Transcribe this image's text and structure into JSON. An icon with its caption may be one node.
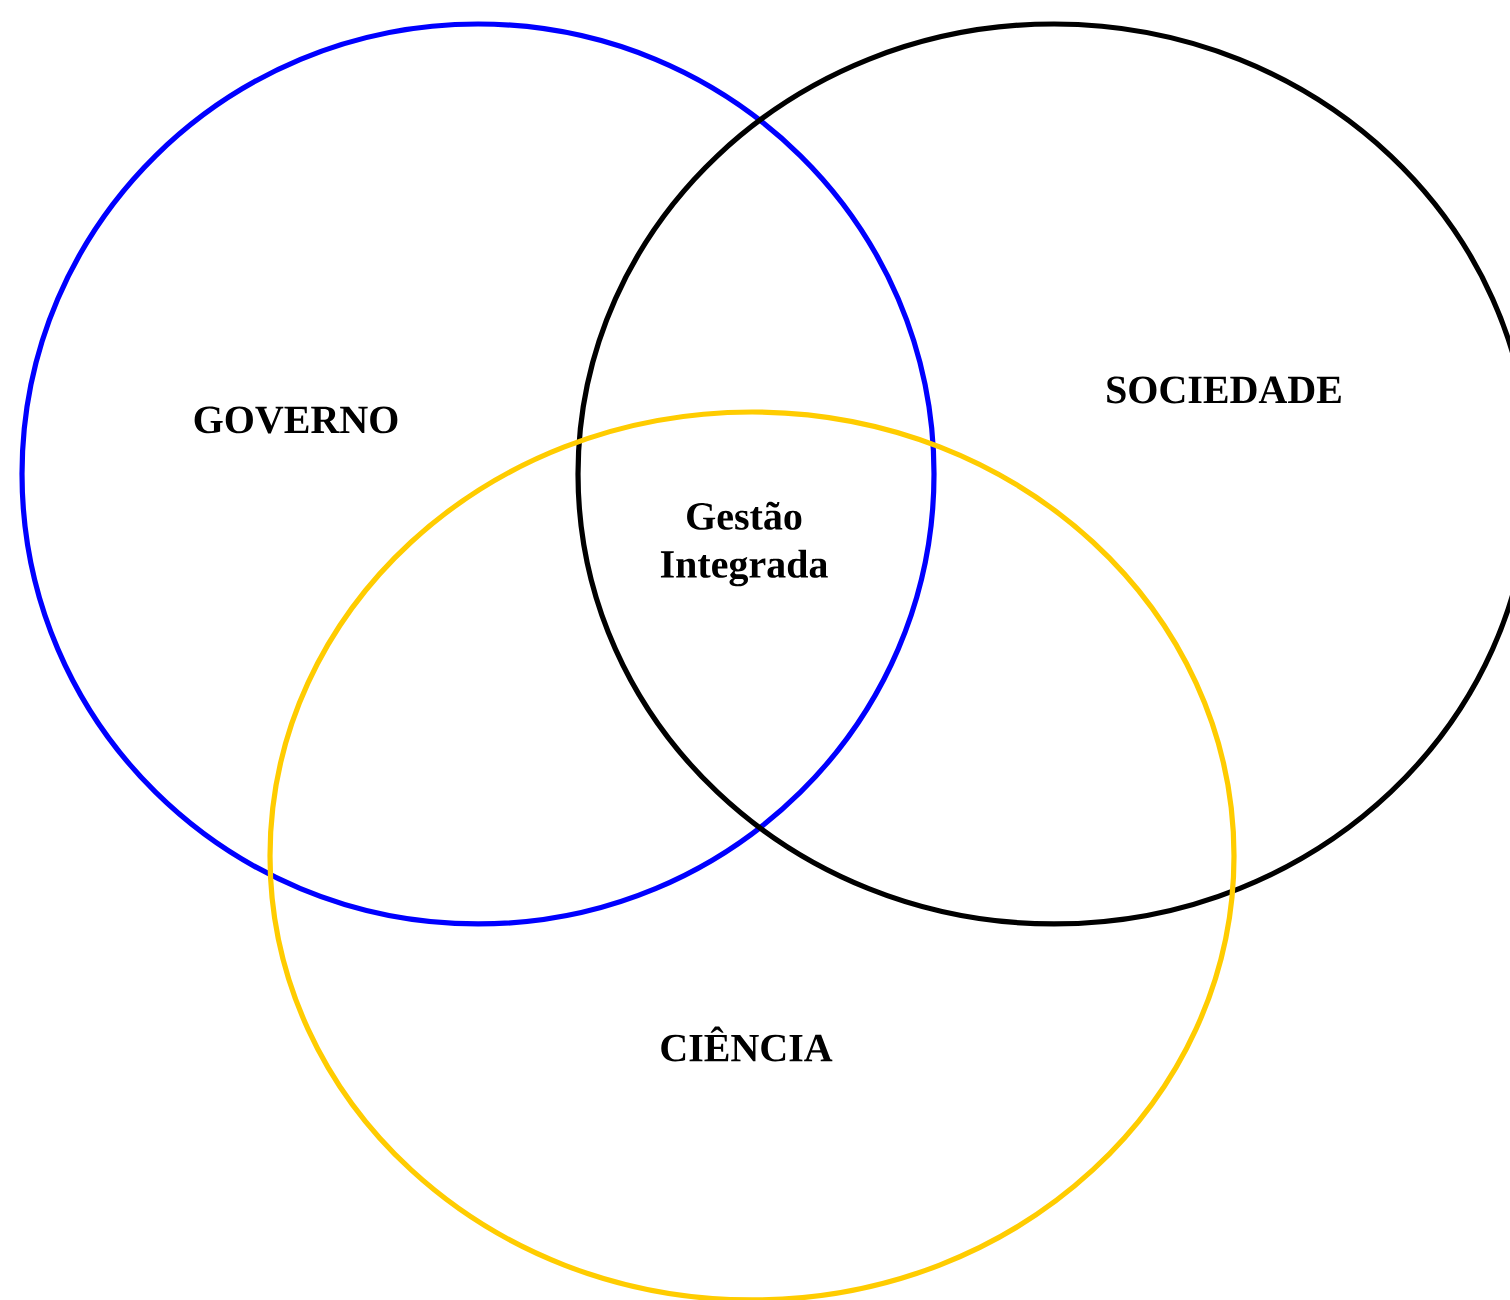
{
  "diagram": {
    "nodes": [
      {
        "text": [
          "GOVERNO"
        ]
      },
      {
        "text": [
          "SOCIEDADE"
        ]
      },
      {
        "text": [
          "CIÊNCIA"
        ]
      }
    ],
    "labels": [
      "Gestão Integrada"
    ]
  }
}
